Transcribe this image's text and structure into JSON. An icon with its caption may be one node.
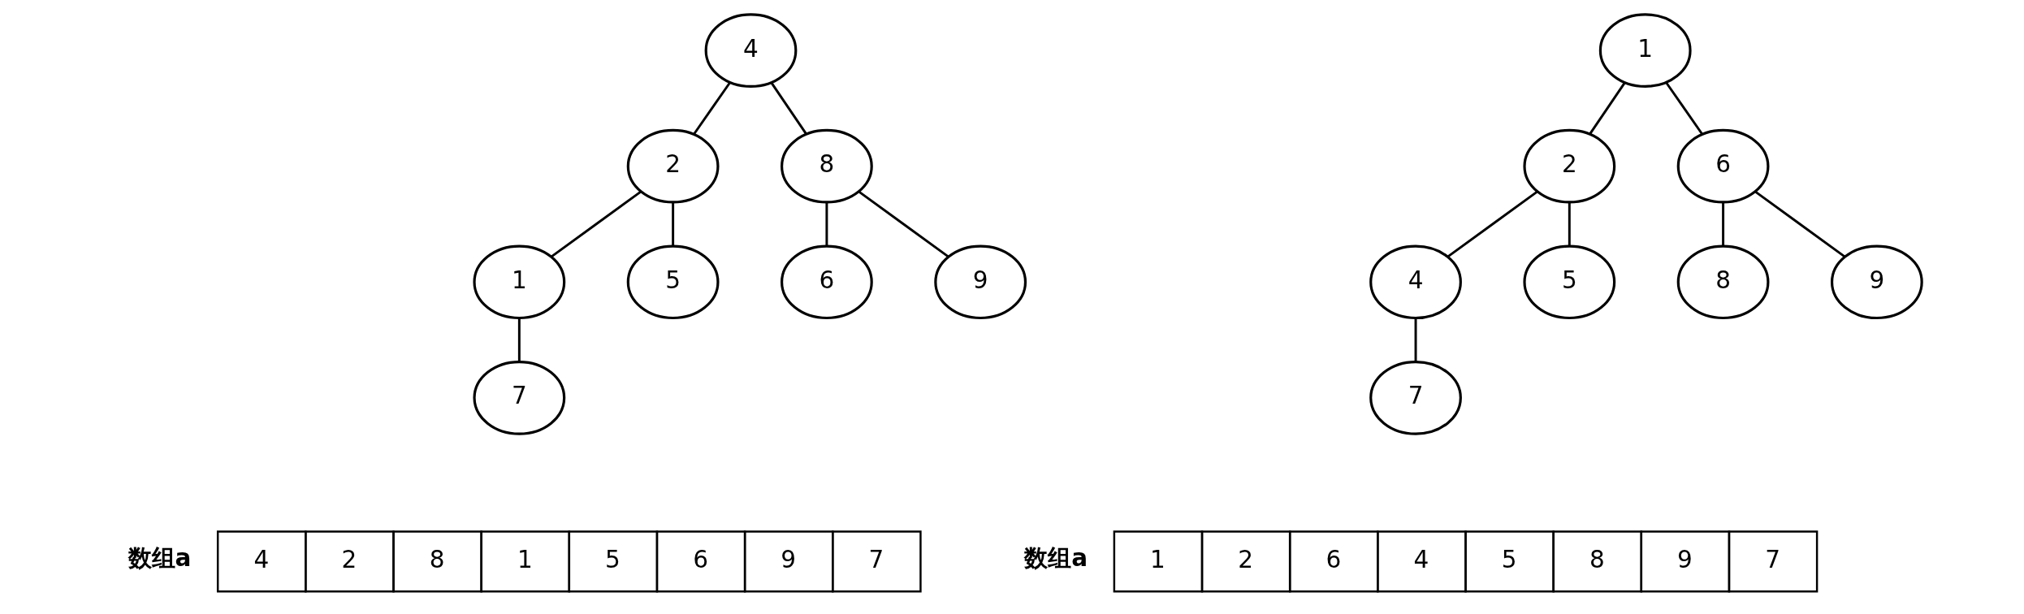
{
  "diagram": {
    "nodes": [
      {
        "text": [
          "4"
        ]
      },
      {
        "text": [
          "2"
        ]
      },
      {
        "text": [
          "8"
        ]
      },
      {
        "text": [
          "1"
        ]
      },
      {
        "text": [
          "5"
        ]
      },
      {
        "text": [
          "6"
        ]
      },
      {
        "text": [
          "9"
        ]
      },
      {
        "text": [
          "7"
        ]
      },
      {
        "text": [
          "1"
        ]
      },
      {
        "text": [
          "2"
        ]
      },
      {
        "text": [
          "6"
        ]
      },
      {
        "text": [
          "4"
        ]
      },
      {
        "text": [
          "5"
        ]
      },
      {
        "text": [
          "8"
        ]
      },
      {
        "text": [
          "9"
        ]
      },
      {
        "text": [
          "7"
        ]
      }
    ],
    "edges": [
      {
        "from": 0,
        "to": 1,
        "arrow": "none"
      },
      {
        "from": 0,
        "to": 2,
        "arrow": "none"
      },
      {
        "from": 1,
        "to": 3,
        "arrow": "none"
      },
      {
        "from": 1,
        "to": 4,
        "arrow": "none"
      },
      {
        "from": 2,
        "to": 5,
        "arrow": "none"
      },
      {
        "from": 2,
        "to": 6,
        "arrow": "none"
      },
      {
        "from": 3,
        "to": 7,
        "arrow": "none"
      },
      {
        "from": 8,
        "to": 9,
        "arrow": "none"
      },
      {
        "from": 8,
        "to": 10,
        "arrow": "none"
      },
      {
        "from": 9,
        "to": 11,
        "arrow": "none"
      },
      {
        "from": 9,
        "to": 12,
        "arrow": "none"
      },
      {
        "from": 10,
        "to": 13,
        "arrow": "none"
      },
      {
        "from": 10,
        "to": 14,
        "arrow": "none"
      },
      {
        "from": 11,
        "to": 15,
        "arrow": "none"
      }
    ],
    "labels": [
      "数组a",
      "4",
      "2",
      "8",
      "1",
      "5",
      "6",
      "9",
      "7",
      "数组a",
      "1",
      "2",
      "6",
      "4",
      "5",
      "8",
      "9",
      "7"
    ]
  }
}
